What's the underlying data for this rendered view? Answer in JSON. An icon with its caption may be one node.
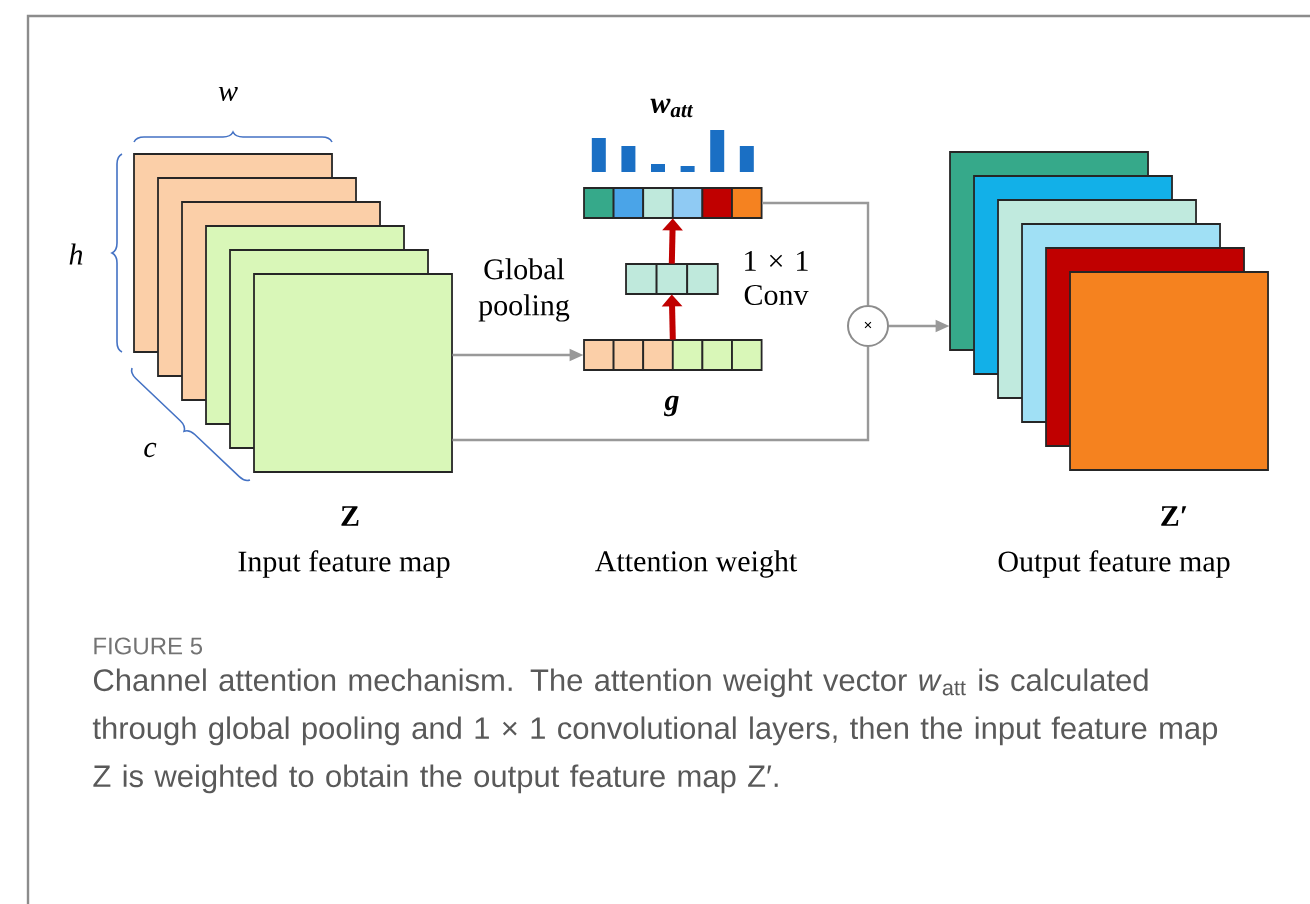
{
  "diagram": {
    "caption": "Channel attention mechanism. The attention weight vector *w*$_{att}$ is calculated through global pooling and 1 × 1 convolutional layers, then the input feature map Z is weighted to obtain the output feature map Z′.",
    "nodes": [
      {
        "text": [],
        "shape": "box",
        "beside": [
          "Z",
          "Input feature map"
        ]
      },
      {
        "text": [],
        "shape": "bar",
        "beside": [
          "g"
        ]
      },
      {
        "text": [],
        "shape": "bar",
        "beside": [
          "1 × 1 Conv"
        ]
      },
      {
        "text": [],
        "shape": "bar",
        "beside": [
          "w$_{att}$"
        ]
      },
      {
        "text": [
          "×"
        ]
      },
      {
        "text": [],
        "shape": "box",
        "beside": [
          "Z′",
          "Output feature map"
        ]
      }
    ],
    "edges": [
      {
        "from": 0,
        "to": 1,
        "arrow": "to",
        "label": "Global pooling"
      },
      {
        "from": 1,
        "to": 2,
        "arrow": "to",
        "style": "thick",
        "color": "#c00000"
      },
      {
        "from": 2,
        "to": 3,
        "arrow": "to",
        "style": "thick",
        "color": "#c00000"
      },
      {
        "from": 3,
        "to": 4,
        "arrow": "none"
      },
      {
        "from": 0,
        "to": 4,
        "arrow": "none"
      },
      {
        "from": 4,
        "to": 5,
        "arrow": "to"
      }
    ],
    "labels": [
      "w",
      "h",
      "c",
      "Attention weight",
      "FIGURE 5"
    ]
  }
}
